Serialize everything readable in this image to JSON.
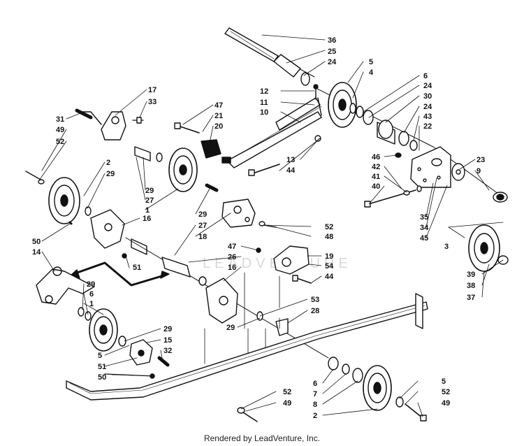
{
  "diagram": {
    "callouts": [
      "36",
      "25",
      "24",
      "5",
      "4",
      "6",
      "24",
      "30",
      "24",
      "43",
      "22",
      "12",
      "11",
      "10",
      "17",
      "33",
      "47",
      "21",
      "20",
      "31",
      "49",
      "52",
      "2",
      "29",
      "29",
      "27",
      "1",
      "13",
      "44",
      "46",
      "42",
      "41",
      "40",
      "23",
      "9",
      "50",
      "14",
      "16",
      "29",
      "27",
      "18",
      "52",
      "48",
      "35",
      "34",
      "45",
      "3",
      "51",
      "47",
      "26",
      "16",
      "19",
      "54",
      "44",
      "39",
      "38",
      "37",
      "29",
      "6",
      "1",
      "53",
      "28",
      "29",
      "29",
      "15",
      "32",
      "5",
      "51",
      "50",
      "6",
      "7",
      "8",
      "2",
      "5",
      "52",
      "49",
      "52",
      "49"
    ],
    "watermark_text": "LEADVENTURE"
  },
  "footer": {
    "text": "Rendered by LeadVenture, Inc."
  }
}
